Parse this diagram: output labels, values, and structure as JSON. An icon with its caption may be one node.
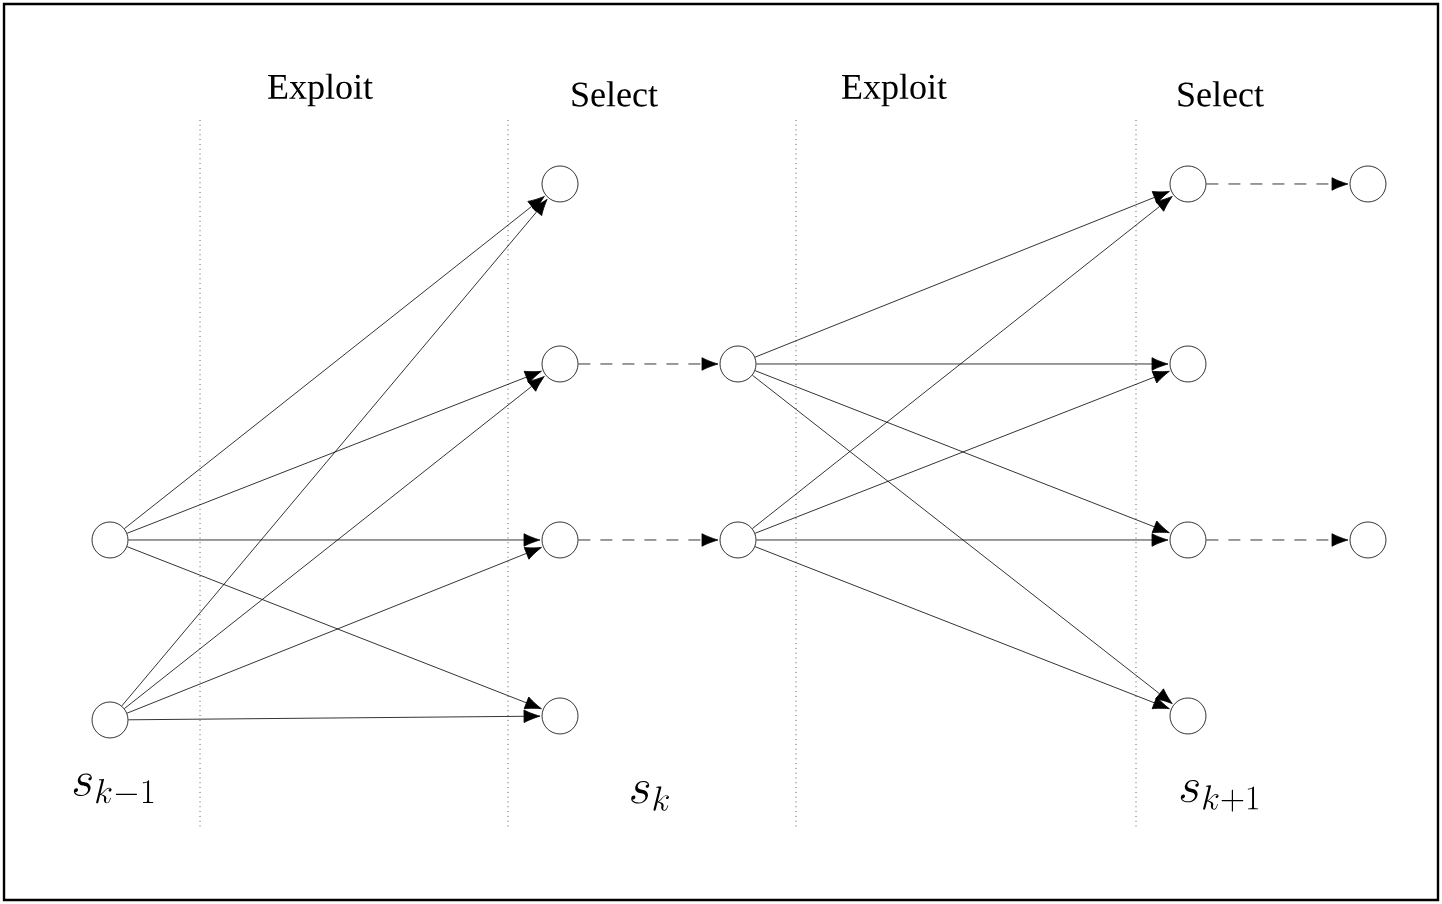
{
  "diagram": {
    "nodes": [
      {
        "text": [],
        "shape": "circle"
      },
      {
        "text": [],
        "shape": "circle"
      },
      {
        "text": [],
        "shape": "circle"
      },
      {
        "text": [],
        "shape": "circle"
      },
      {
        "text": [],
        "shape": "circle"
      },
      {
        "text": [],
        "shape": "circle"
      },
      {
        "text": [],
        "shape": "circle"
      },
      {
        "text": [],
        "shape": "circle"
      },
      {
        "text": [],
        "shape": "circle"
      },
      {
        "text": [],
        "shape": "circle"
      },
      {
        "text": [],
        "shape": "circle"
      },
      {
        "text": [],
        "shape": "circle"
      },
      {
        "text": [],
        "shape": "circle"
      },
      {
        "text": [],
        "shape": "circle"
      }
    ],
    "edges": [
      {
        "from": 0,
        "to": 2,
        "arrow": "to"
      },
      {
        "from": 0,
        "to": 3,
        "arrow": "to"
      },
      {
        "from": 0,
        "to": 4,
        "arrow": "to"
      },
      {
        "from": 0,
        "to": 5,
        "arrow": "to"
      },
      {
        "from": 1,
        "to": 2,
        "arrow": "to"
      },
      {
        "from": 1,
        "to": 3,
        "arrow": "to"
      },
      {
        "from": 1,
        "to": 4,
        "arrow": "to"
      },
      {
        "from": 1,
        "to": 5,
        "arrow": "to"
      },
      {
        "from": 3,
        "to": 6,
        "arrow": "to",
        "style": "dashed"
      },
      {
        "from": 4,
        "to": 7,
        "arrow": "to",
        "style": "dashed"
      },
      {
        "from": 6,
        "to": 8,
        "arrow": "to"
      },
      {
        "from": 6,
        "to": 9,
        "arrow": "to"
      },
      {
        "from": 6,
        "to": 10,
        "arrow": "to"
      },
      {
        "from": 6,
        "to": 11,
        "arrow": "to"
      },
      {
        "from": 7,
        "to": 8,
        "arrow": "to"
      },
      {
        "from": 7,
        "to": 9,
        "arrow": "to"
      },
      {
        "from": 7,
        "to": 10,
        "arrow": "to"
      },
      {
        "from": 7,
        "to": 11,
        "arrow": "to"
      },
      {
        "from": 8,
        "to": 12,
        "arrow": "to",
        "style": "dashed"
      },
      {
        "from": 10,
        "to": 13,
        "arrow": "to",
        "style": "dashed"
      }
    ],
    "labels": [
      "Exploit",
      "Select",
      "Exploit",
      "Select",
      "s_{k-1}",
      "s_k",
      "s_{k+1}"
    ]
  }
}
